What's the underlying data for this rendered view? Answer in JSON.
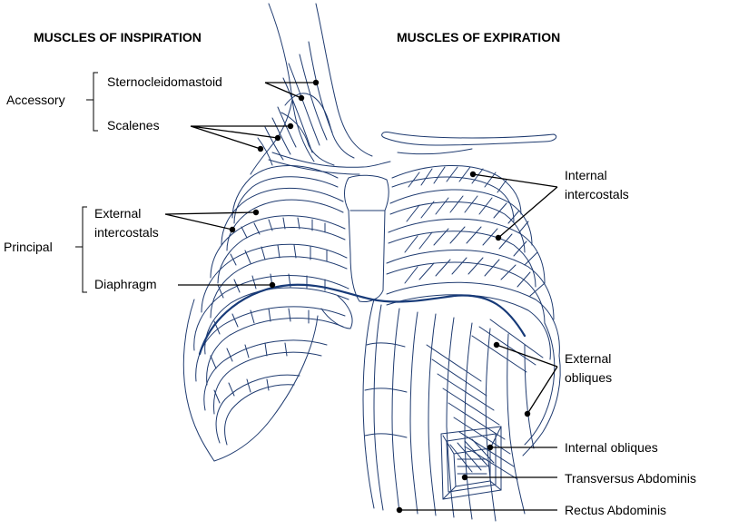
{
  "headings": {
    "inspiration": "MUSCLES OF INSPIRATION",
    "expiration": "MUSCLES OF EXPIRATION"
  },
  "groups": {
    "accessory": "Accessory",
    "principal": "Principal"
  },
  "labels_left": {
    "sternocleidomastoid": "Sternocleidomastoid",
    "scalenes": "Scalenes",
    "external_intercostals_1": "External",
    "external_intercostals_2": "intercostals",
    "diaphragm": "Diaphragm"
  },
  "labels_right": {
    "internal_intercostals_1": "Internal",
    "internal_intercostals_2": "intercostals",
    "external_obliques_1": "External",
    "external_obliques_2": "obliques",
    "internal_obliques": "Internal obliques",
    "transversus_abdominis": "Transversus Abdominis",
    "rectus_abdominis": "Rectus Abdominis"
  },
  "colors": {
    "illustration_line": "#1f3b70",
    "diaphragm_line": "#173a78",
    "label_text": "#000000",
    "leader_line": "#000000"
  }
}
